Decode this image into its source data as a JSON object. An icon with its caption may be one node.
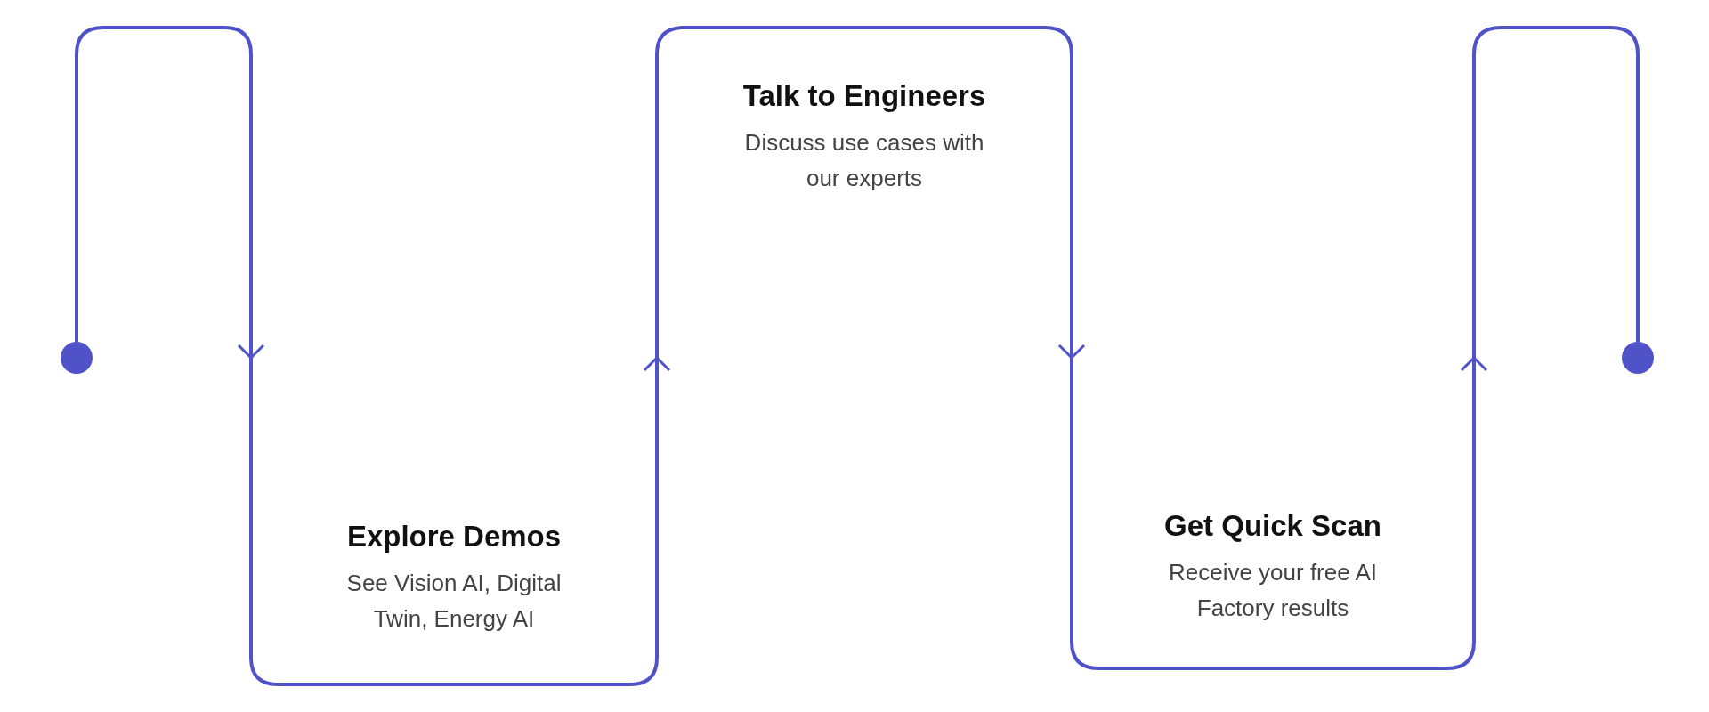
{
  "diagram": {
    "nodes": [
      {
        "text": [],
        "shape": "circle"
      },
      {
        "text": [
          "Explore Demos",
          "See Vision AI, Digital Twin, Energy AI"
        ]
      },
      {
        "text": [
          "Talk to Engineers",
          "Discuss use cases with our experts"
        ]
      },
      {
        "text": [
          "Get Quick Scan",
          "Receive your free AI Factory results"
        ]
      },
      {
        "text": [],
        "shape": "circle"
      }
    ],
    "edges": [
      {
        "from": 0,
        "to": 1,
        "arrow": "to"
      },
      {
        "from": 1,
        "to": 2,
        "arrow": "to"
      },
      {
        "from": 2,
        "to": 3,
        "arrow": "to"
      },
      {
        "from": 3,
        "to": 4,
        "arrow": "to"
      }
    ]
  }
}
